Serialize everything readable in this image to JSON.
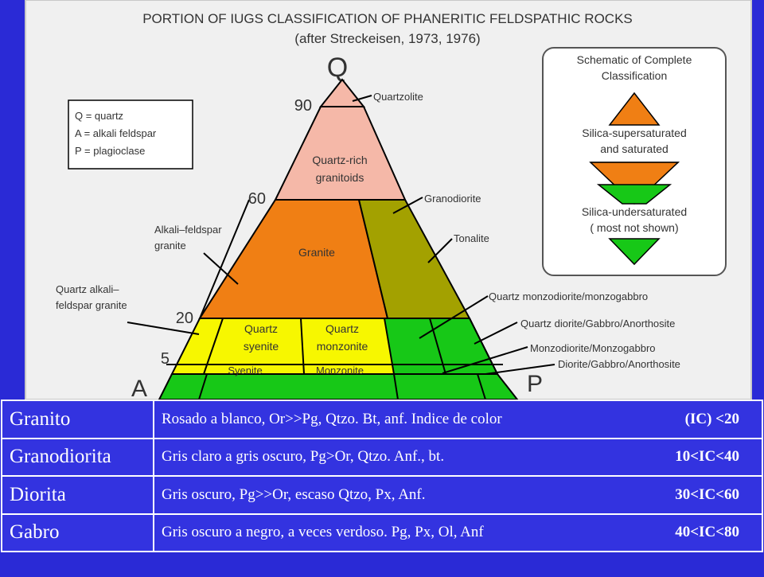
{
  "diagram": {
    "title": "PORTION OF IUGS CLASSIFICATION OF PHANERITIC FELDSPATHIC ROCKS",
    "subtitle": "(after Streckeisen, 1973, 1976)",
    "apex_labels": {
      "q": "Q",
      "a": "A",
      "p": "P"
    },
    "legend": [
      "Q = quartz",
      "A = alkali feldspar",
      "P = plagioclase"
    ],
    "scale_labels": [
      "90",
      "60",
      "20",
      "5"
    ],
    "field_labels": {
      "quartz_rich": [
        "Quartz-rich",
        "granitoids"
      ],
      "granite": "Granite",
      "quartz_syenite": [
        "Quartz",
        "syenite"
      ],
      "quartz_monzonite": [
        "Quartz",
        "monzonite"
      ],
      "syenite": "Syenite",
      "monzonite": "Monzonite"
    },
    "callouts": {
      "quartzolite": "Quartzolite",
      "granodiorite": "Granodiorite",
      "tonalite": "Tonalite",
      "alkali_feldspar_granite": [
        "Alkali–feldspar",
        "granite"
      ],
      "quartz_alkali_feldspar_granite": [
        "Quartz alkali–",
        "feldspar granite"
      ],
      "quartz_monzodiorite": "Quartz monzodiorite/monzogabbro",
      "quartz_diorite": "Quartz diorite/Gabbro/Anorthosite",
      "monzodiorite": "Monzodiorite/Monzogabbro",
      "diorite": "Diorite/Gabbro/Anorthosite"
    },
    "schematic": {
      "title": [
        "Schematic of Complete",
        "Classification"
      ],
      "upper_label": [
        "Silica-supersaturated",
        "and saturated"
      ],
      "lower_label": [
        "Silica-undersaturated",
        "( most not shown)"
      ]
    },
    "colors": {
      "quartz_rich": "#f5b8a8",
      "granite": "#f07f14",
      "granodiorite": "#a3a100",
      "quartz_syenite": "#f7f700",
      "diorite": "#17c817",
      "panel": "#f0f0f0",
      "slide_bg": "#2a2ad6"
    }
  },
  "table": {
    "rows": [
      {
        "name": "Granito",
        "description": "Rosado a blanco, Or>>Pg, Qtzo.  Bt, anf. Indice de color",
        "ic": "(IC) <20"
      },
      {
        "name": "Granodiorita",
        "description": "Gris claro a gris oscuro, Pg>Or, Qtzo. Anf., bt.",
        "ic": "10<IC<40"
      },
      {
        "name": "Diorita",
        "description": "Gris oscuro, Pg>>Or, escaso Qtzo, Px, Anf.",
        "ic": "30<IC<60"
      },
      {
        "name": "Gabro",
        "description": "Gris oscuro a negro, a veces verdoso. Pg, Px, Ol, Anf",
        "ic": "40<IC<80"
      }
    ]
  }
}
